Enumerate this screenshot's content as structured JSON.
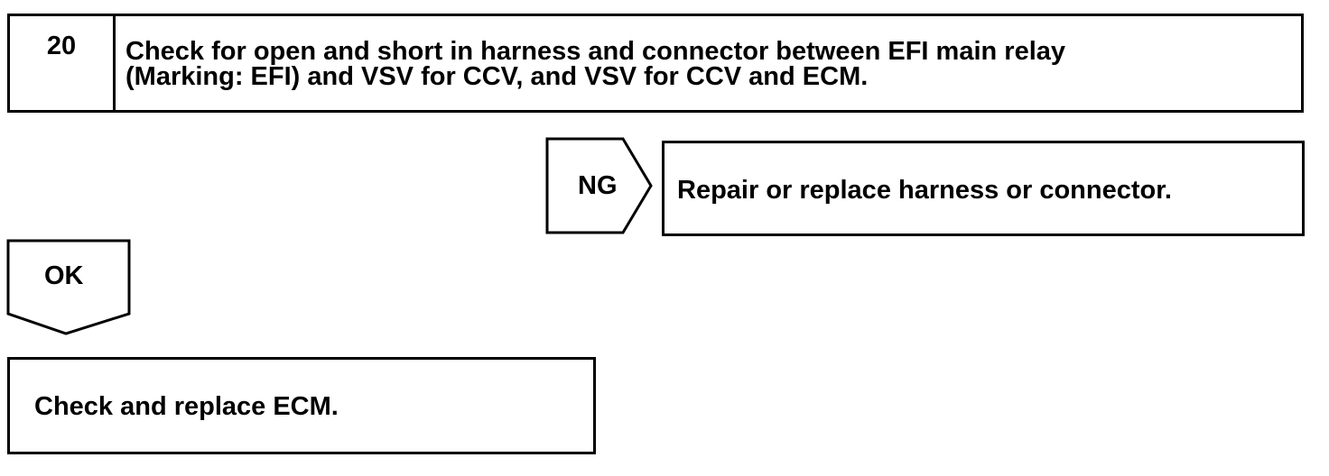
{
  "step": {
    "number": "20",
    "line1": "Check for open and short in harness and connector between EFI main relay",
    "line2": "(Marking: EFI) and VSV for CCV, and VSV for CCV and ECM."
  },
  "ng_branch": {
    "label": "NG",
    "result": "Repair or replace harness or connector."
  },
  "ok_branch": {
    "label": "OK"
  },
  "final_action": "Check and replace ECM."
}
